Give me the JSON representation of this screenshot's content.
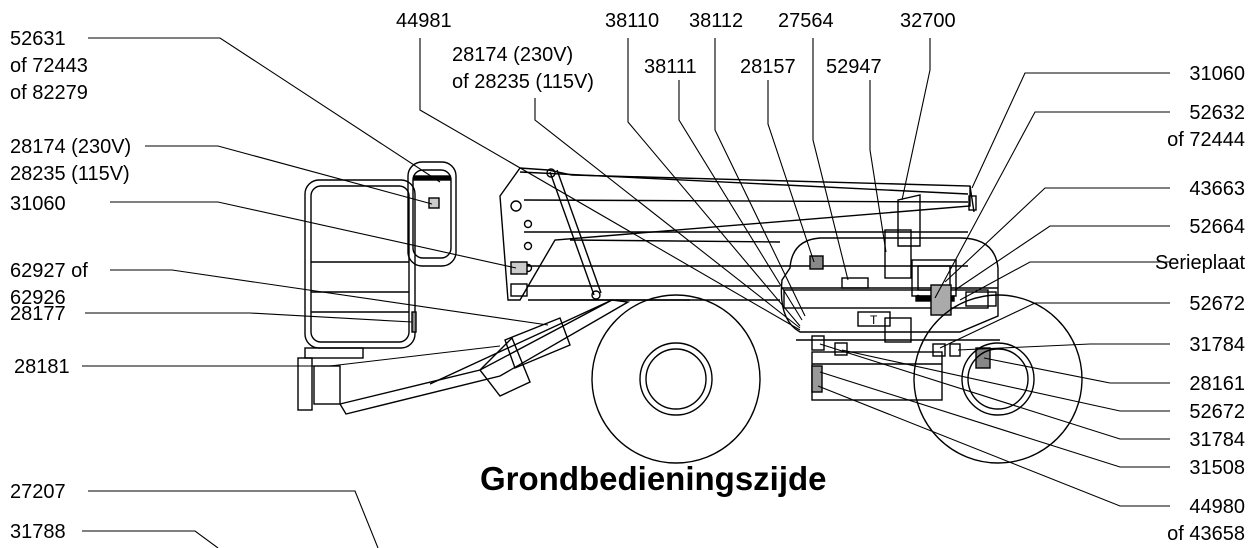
{
  "title": "Grondbedieningszijde",
  "labels": {
    "top_44981": "44981",
    "top_38110": "38110",
    "top_38112": "38112",
    "top_27564": "27564",
    "top_32700": "32700",
    "top_28174_a": "28174 (230V)",
    "top_28174_b": "of 28235 (115V)",
    "top_38111": "38111",
    "top_28157": "28157",
    "top_52947": "52947",
    "l_52631_a": "52631",
    "l_52631_b": "of 72443",
    "l_52631_c": "of 82279",
    "l_28174_a": "28174 (230V)",
    "l_28174_b": "28235 (115V)",
    "l_31060": "31060",
    "l_62927_a": "62927 of",
    "l_62927_b": "62926",
    "l_28177": "28177",
    "l_28181": "28181",
    "l_27207": "27207",
    "l_31788": "31788",
    "r_31060": "31060",
    "r_52632_a": "52632",
    "r_52632_b": "of 72444",
    "r_43663": "43663",
    "r_52664": "52664",
    "r_serieplaat": "Serieplaat",
    "r_52672_top": "52672",
    "r_31784_top": "31784",
    "r_28161": "28161",
    "r_52672_bot": "52672",
    "r_31784_bot": "31784",
    "r_31508": "31508",
    "r_44980_a": "44980",
    "r_44980_b": "of 43658"
  }
}
